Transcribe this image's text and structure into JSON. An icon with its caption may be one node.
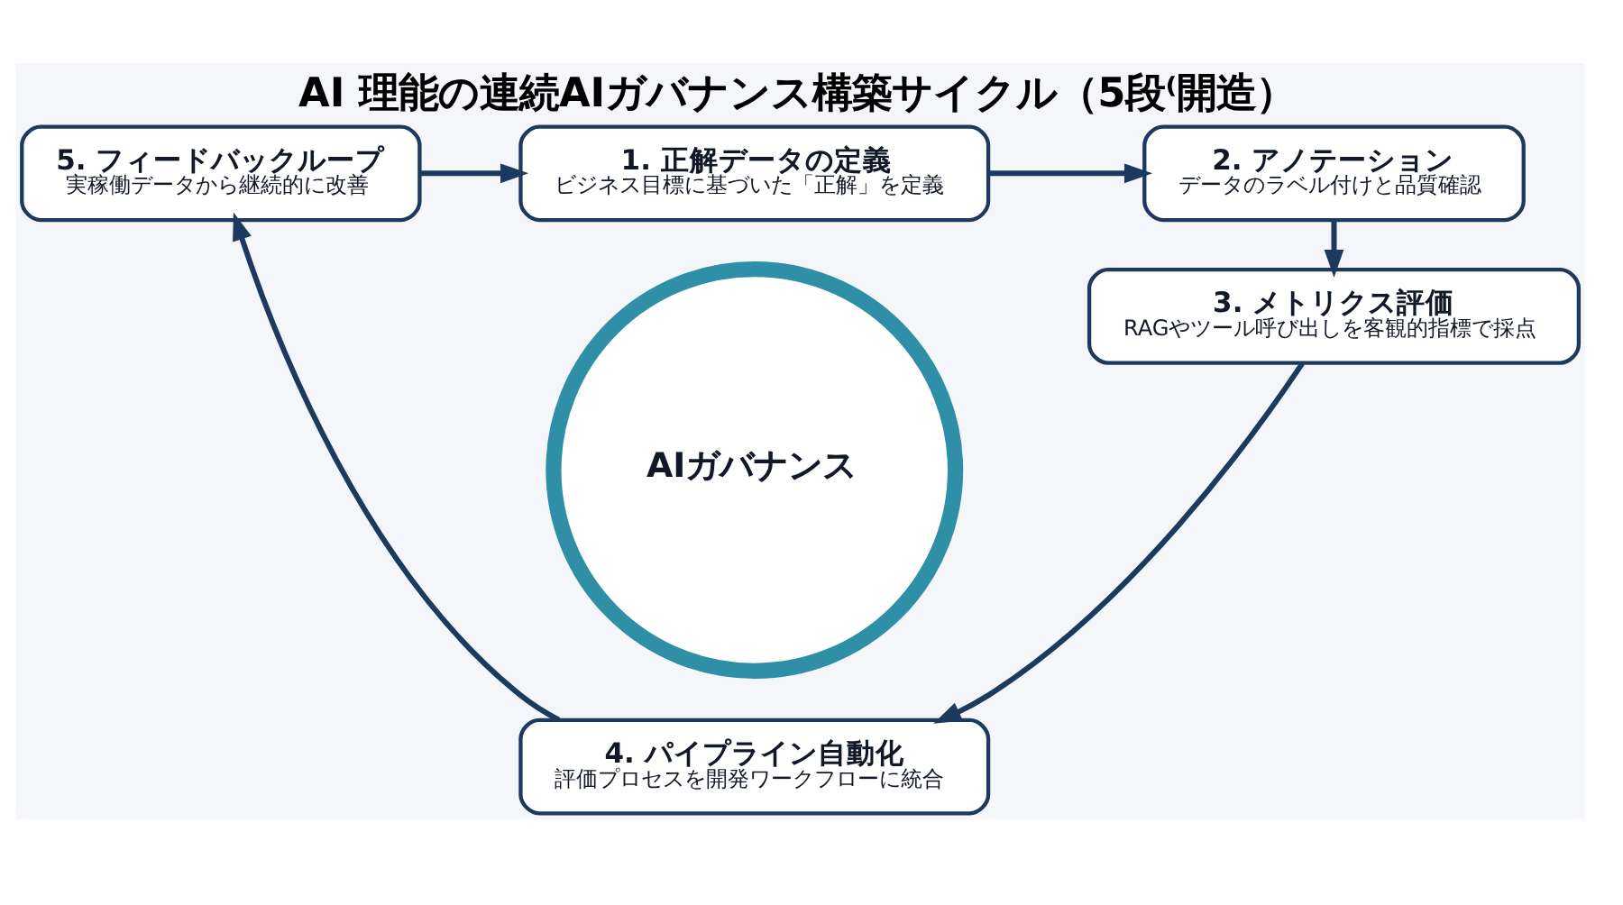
{
  "diagram": {
    "title": "AI 理能の連続AIガバナンス構築サイクル（5段⁽開造）",
    "nodes": [
      {
        "text": [
          "AIガバナンス"
        ]
      },
      {
        "text": [
          "1. 正解データの定義",
          "ビジネス目標に基づいた「正解」を定義"
        ]
      },
      {
        "text": [
          "2. アノテーション",
          "データのラベル付けと品質確認"
        ]
      },
      {
        "text": [
          "3. メトリクス評価",
          "RAGやツール呼び出しを客観的指標で採点"
        ]
      },
      {
        "text": [
          "4. パイプライン自動化",
          "評価プロセスを開発ワークフローに統合"
        ]
      },
      {
        "text": [
          "5. フィードバックループ",
          "実稼働データから継続的に改善"
        ]
      }
    ],
    "edges": [
      {
        "from": 1,
        "to": 2,
        "arrow": "to"
      },
      {
        "from": 2,
        "to": 3,
        "arrow": "to"
      },
      {
        "from": 3,
        "to": 4,
        "arrow": "to"
      },
      {
        "from": 4,
        "to": 5,
        "arrow": "to"
      },
      {
        "from": 5,
        "to": 1,
        "arrow": "to"
      }
    ]
  }
}
